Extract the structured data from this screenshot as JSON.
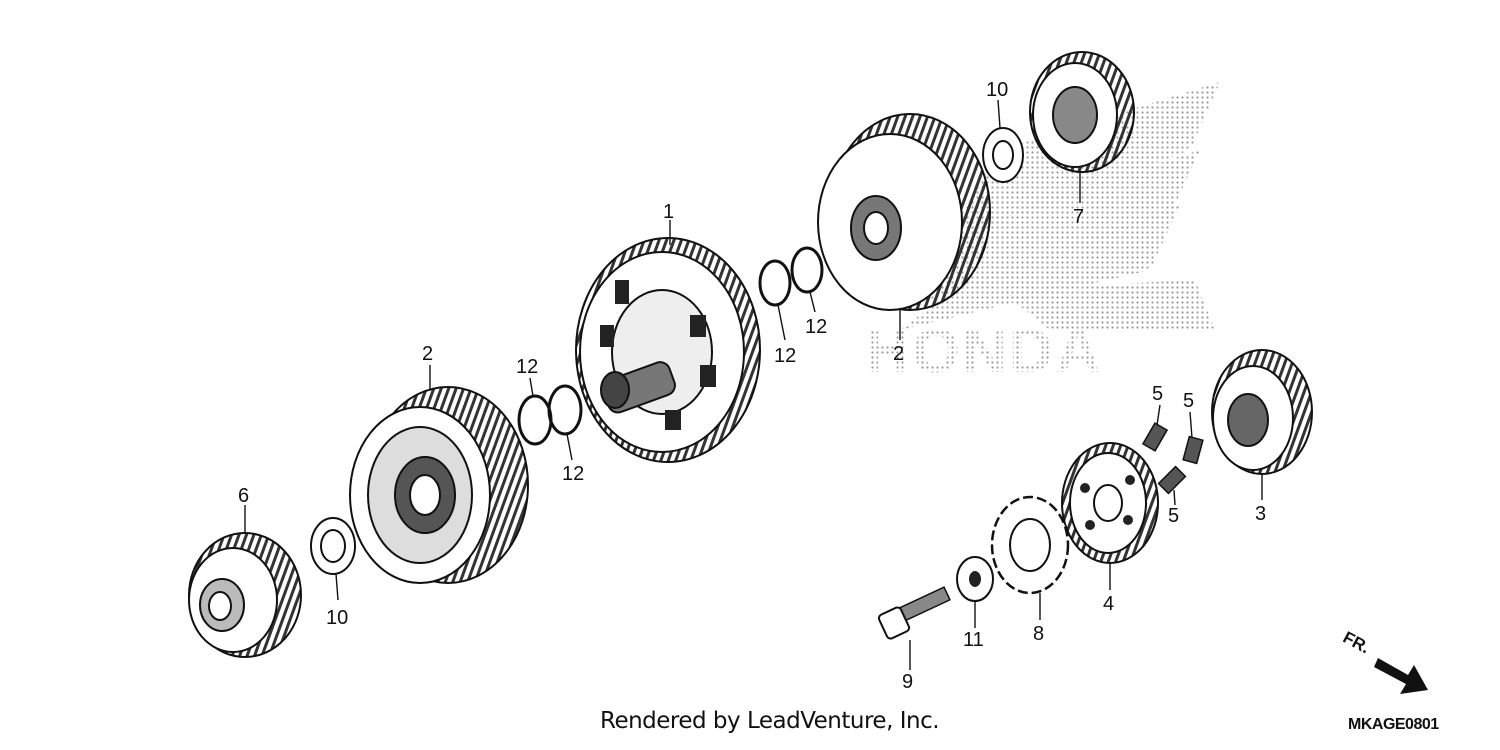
{
  "watermark": {
    "brand": "HONDA"
  },
  "callouts": {
    "c1": "1",
    "c2a": "2",
    "c2b": "2",
    "c3": "3",
    "c4": "4",
    "c5a": "5",
    "c5b": "5",
    "c5c": "5",
    "c6": "6",
    "c7": "7",
    "c8": "8",
    "c9": "9",
    "c10a": "10",
    "c10b": "10",
    "c11": "11",
    "c12a": "12",
    "c12b": "12",
    "c12c": "12",
    "c12d": "12"
  },
  "front_indicator": "FR.",
  "footer": {
    "credit": "Rendered by LeadVenture, Inc.",
    "diagram_code": "MKAGE0801"
  }
}
